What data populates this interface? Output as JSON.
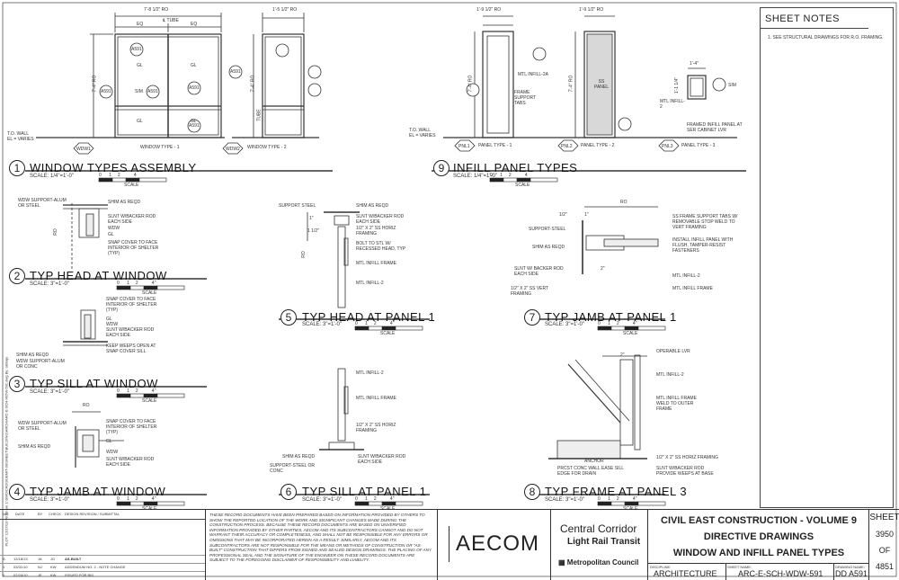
{
  "sheet_notes": {
    "title": "SHEET NOTES",
    "notes": [
      "1.  SEE STRUCTURAL DRAWINGS FOR R.O. FRAMING."
    ]
  },
  "details": [
    {
      "number": "1",
      "title": "WINDOW TYPES ASSEMBLY",
      "scale": "SCALE:  1/4\"=1'-0\""
    },
    {
      "number": "9",
      "title": "INFILL PANEL TYPES",
      "scale": "SCALE:  1/4\"=1'-0\""
    },
    {
      "number": "2",
      "title": "TYP HEAD AT WINDOW",
      "scale": "SCALE:  3\"=1'-0\""
    },
    {
      "number": "3",
      "title": "TYP SILL AT WINDOW",
      "scale": "SCALE:  3\"=1'-0\""
    },
    {
      "number": "4",
      "title": "TYP JAMB AT WINDOW",
      "scale": "SCALE:  3\"=1'-0\""
    },
    {
      "number": "5",
      "title": "TYP HEAD AT PANEL 1",
      "scale": "SCALE:  3\"=1'-0\""
    },
    {
      "number": "6",
      "title": "TYP SILL AT PANEL 1",
      "scale": "SCALE:  3\"=1'-0\""
    },
    {
      "number": "7",
      "title": "TYP JAMB AT PANEL 1",
      "scale": "SCALE:  3\"=1'-0\""
    },
    {
      "number": "8",
      "title": "TYP FRAME AT PANEL 3",
      "scale": "SCALE:  3\"=1'-0\""
    }
  ],
  "window_types": {
    "type1": {
      "label": "WINDOW TYPE - 1",
      "tag": "WDW1",
      "width_dim": "7'-8 1/2\" RO",
      "height_dim": "7'-4\" RO",
      "cl_label": "℄ TUBE",
      "eq": "EQ",
      "glass": "GL",
      "sim": "SIM"
    },
    "type2": {
      "label": "WINDOW TYPE - 2",
      "tag": "WDW2",
      "width_dim": "1'-5 1/2\" RO",
      "height_dim": "7'-4\" RO",
      "tube": "TUBE"
    },
    "wall_note": "T.O. WALL\nEL = VARIES",
    "section_refs": [
      "A591",
      "A591",
      "A591",
      "A591",
      "A591",
      "A591"
    ]
  },
  "panel_types": {
    "type1": {
      "label": "PANEL TYPE - 1",
      "tag": "PNL1",
      "width_dim": "1'-9 1/2\" RO",
      "height_dim": "7'-4\" RO",
      "notes": [
        "MTL INFILL-2A",
        "FRAME SUPPORT TABS"
      ]
    },
    "type2": {
      "label": "PANEL TYPE - 2",
      "tag": "PNL2",
      "width_dim": "1'-9 1/2\" RO",
      "height_dim": "7'-4\" RO",
      "fill": "SS PANEL"
    },
    "type3": {
      "label": "PANEL TYPE - 3",
      "tag": "PNL3",
      "width_dim": "1'-4\"",
      "height_dim": "1'-1 1/4\"",
      "notes": [
        "MTL INFILL-2",
        "SIM",
        "FRAMED INFILL PANEL AT SER CABINET LVR"
      ]
    },
    "wall_note": "T.O. WALL\nEL = VARIES"
  },
  "callouts": {
    "d2": [
      "WDW SUPPORT-ALUM OR STEEL",
      "SHIM AS REQD",
      "SLNT W/BACKER ROD EACH SIDE",
      "WDW",
      "GL",
      "SNAP COVER TO FACE INTERIOR OF SHELTER (TYP)",
      "RO"
    ],
    "d3": [
      "SNAP COVER TO FACE INTERIOR OF SHELTER (TYP)",
      "GL",
      "WDW",
      "SLNT W/BACKER ROD EACH SIDE",
      "KEEP WEEPS OPEN AT SNAP COVER SILL",
      "SHIM AS REQD",
      "WDW SUPPORT-ALUM OR CONC"
    ],
    "d4": [
      "RO",
      "WDW SUPPORT-ALUM OR STEEL",
      "SHIM AS REQD",
      "SNAP COVER TO FACE INTERIOR OF SHELTER (TYP)",
      "GL",
      "WDW",
      "SLNT W/BACKER ROD EACH SIDE"
    ],
    "d5": [
      "SUPPORT STEEL",
      "SHIM AS REQD",
      "SLNT W/BACKER ROD EACH SIDE",
      "1/2\" X 2\" SS HORIZ FRAMING",
      "BOLT TO STL W/ RECESSED HEAD, TYP",
      "MTL INFILL FRAME",
      "MTL INFILL-2",
      "1\"",
      "1 1/2\"",
      "RO"
    ],
    "d6": [
      "MTL INFILL-2",
      "MTL INFILL FRAME",
      "1/2\" X 2\" SS HORIZ FRAMING",
      "SHIM AS REQD",
      "SUPPORT-STEEL OR CONC",
      "SLNT W/BACKER ROD EACH SIDE"
    ],
    "d7": [
      "RO",
      "1/2\"",
      "1\"",
      "SUPPORT-STEEL",
      "SHIM AS REQD",
      "SLNT W/ BACKER ROD EACH SIDE",
      "1/2\" X 2\" SS VERT FRAMING",
      "2\"",
      "SS FRAME SUPPORT TABS W/ REMOVABLE STOP WELD TO VERT FRAMING",
      "INSTALL INFILL PANEL WITH FLUSH, TAMPER-RESIST FASTENERS",
      "MTL INFILL-2",
      "MTL INFILL FRAME"
    ],
    "d8": [
      "2\"",
      "OPERABLE LVR",
      "MTL INFILL-2",
      "MTL INFILL FRAME WELD TO OUTER FRAME",
      "ANCHOR",
      "PRCST CONC WALL EASE SILL EDGE FOR DRAIN",
      "1/2\" X 2\" SS HORIZ FRAMING",
      "SLNT W/BACKER ROD PROVIDE WEEPS AT BASE"
    ]
  },
  "scale_bar": {
    "ticks": [
      "0",
      "1",
      "2",
      "4"
    ],
    "label": "SCALE"
  },
  "scale_bar_small": {
    "ticks": [
      "0",
      "1",
      "2",
      "4\""
    ],
    "label": "SCALE"
  },
  "revisions": {
    "headers": [
      "NO.",
      "DATE",
      "BY",
      "CHECK",
      "DESIGN REVISION / SUBMITTAL"
    ],
    "rows": [
      {
        "no": "A",
        "date": "12/18/13",
        "by": "JA",
        "check": "JG",
        "text": "AS-BUILT"
      },
      {
        "no": "1",
        "date": "03/31/10",
        "by": "NJ",
        "check": "KW",
        "text": "ADDENDUM NO. 2 - NOTE CHANGE"
      },
      {
        "no": "0",
        "date": "02/24/10",
        "by": "JE",
        "check": "KW",
        "text": "ISSUED FOR BID"
      }
    ]
  },
  "disclaimer": "THESE RECORD DOCUMENTS HAVE BEEN PREPARED BASED ON INFORMATION PROVIDED BY OTHERS TO SHOW THE REPORTED LOCATION OF THE WORK AND SIGNIFICANT CHANGES MADE DURING THE CONSTRUCTION PROCESS. BECAUSE THESE RECORD DOCUMENTS ARE BASED ON UNVERIFIED INFORMATION PROVIDED BY OTHER PARTIES, AECOM AND ITS SUBCONTRACTORS CANNOT AND DO NOT WARRANT THEIR ACCURACY OR COMPLETENESS, AND SHALL NOT BE RESPONSIBLE FOR ANY ERRORS OR OMISSIONS THAT MAY BE INCORPORATED HEREIN AS A RESULT. SIMILARLY, AECOM AND ITS SUBCONTRACTORS ARE NOT RESPONSIBLE FOR THE MEANS OR METHODS OF CONSTRUCTION OR \"AS-BUILT\" CONSTRUCTION THAT DIFFERS FROM SIGNED AND SEALED DESIGN DRAWINGS. THE PLACING OF ANY PROFESSIONAL SEAL AND THE SIGNATURE OF THE ENGINEER ON THESE RECORD DOCUMENTS ARE SUBJECT TO THE FOREGOING DISCLAIMER OF RESPONSIBILITY AND LIABILITY.",
  "firm": "AECOM",
  "project": {
    "line1": "Central Corridor",
    "line2": "Light Rail Transit",
    "owner": "Metropolitan Council"
  },
  "title": {
    "line1": "CIVIL EAST CONSTRUCTION - VOLUME 9",
    "line2": "DIRECTIVE DRAWINGS",
    "line3": "WINDOW AND INFILL PANEL TYPES"
  },
  "discipline": {
    "label": "DISCIPLINE:",
    "value": "ARCHITECTURE"
  },
  "sheet_name": {
    "label": "SHEET NAME:",
    "value": "ARC-E-SCH-WDW-591"
  },
  "drawing_name": {
    "label": "DRAWING NAME:",
    "value": "DD A591"
  },
  "sheet": {
    "label": "SHEET",
    "number": "3950",
    "of": "OF",
    "total": "4851"
  },
  "side_path": "PLOT: 12/17/13 09:43 am  1:\\SMO\\CAD\\SUBMIT-00\\SHEET\\BUILDING\\ARCH\\ARC-E-SCH-WDW-591.dwg  By: altmaje"
}
